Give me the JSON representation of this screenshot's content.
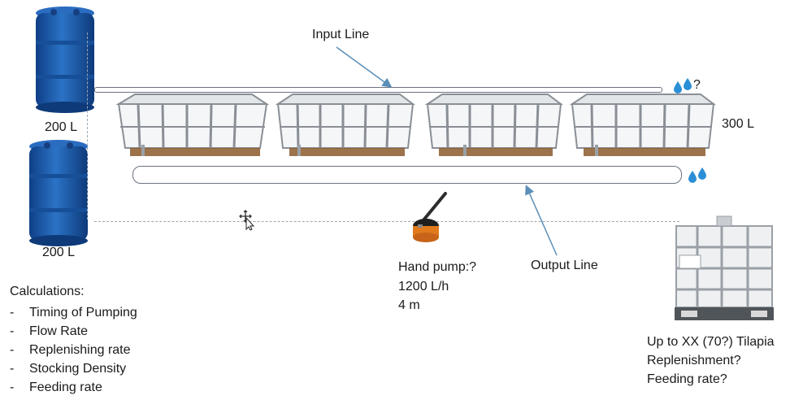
{
  "barrels": {
    "top_label": "200 L",
    "bottom_label": "200 L"
  },
  "lines": {
    "input_label": "Input Line",
    "output_label": "Output Line"
  },
  "tanks": {
    "capacity_label": "300 L",
    "count": 4
  },
  "drops": {
    "question_label": "?"
  },
  "pump": {
    "title": "Hand pump:?",
    "flow": "1200 L/h",
    "head": "4 m"
  },
  "calculations": {
    "heading": "Calculations:",
    "dash": "-",
    "items": [
      "Timing of Pumping",
      "Flow Rate",
      "Replenishing rate",
      "Stocking Density",
      "Feeding rate"
    ]
  },
  "ibc": {
    "line1": "Up to XX (70?) Tilapia",
    "line2": "Replenishment?",
    "line3": "Feeding rate?"
  },
  "colors": {
    "barrel_blue": "#1e5fb0",
    "arrow": "#5b8fb8",
    "drop": "#2a8fd6",
    "tank_frame": "#8a8f96"
  },
  "icons": {
    "cursor": "move-cursor-icon",
    "water_drop": "water-drop-icon"
  }
}
